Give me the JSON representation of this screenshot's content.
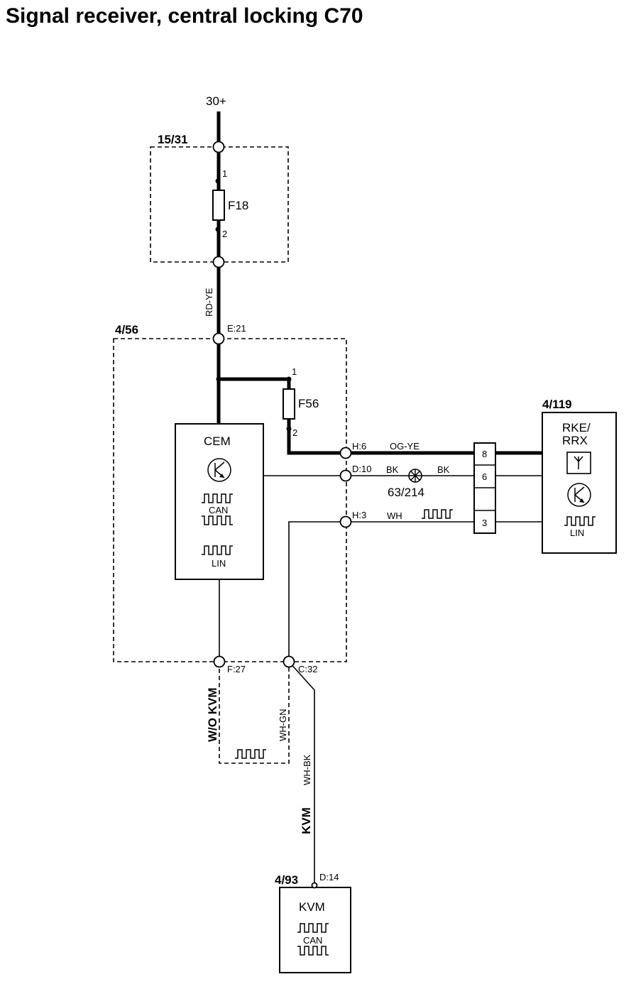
{
  "title": "Signal receiver, central locking C70",
  "supply": "30+",
  "components": {
    "c1531": {
      "id": "15/31",
      "fuse": "F18",
      "pin_in": "1",
      "pin_out": "2"
    },
    "c456": {
      "id": "4/56",
      "module": "CEM",
      "fuse": "F56",
      "fuse_pin_in": "1",
      "fuse_pin_out": "2",
      "can_label": "CAN",
      "lin_label": "LIN"
    },
    "c4119": {
      "id": "4/119",
      "module_line1": "RKE/",
      "module_line2": "RRX",
      "lin_label": "LIN"
    },
    "c493": {
      "id": "4/93",
      "module": "KVM",
      "can_label": "CAN"
    }
  },
  "connectors": {
    "e21": "E:21",
    "h6": "H:6",
    "d10": "D:10",
    "h3": "H:3",
    "f27": "F:27",
    "c32": "C:32",
    "d14": "D:14"
  },
  "terminal_block": [
    "8",
    "6",
    "3"
  ],
  "wires": {
    "rd_ye": "RD-YE",
    "og_ye": "OG-YE",
    "bk1": "BK",
    "bk2": "BK",
    "wh": "WH",
    "wh_gn": "WH-GN",
    "wh_bk": "WH-BK"
  },
  "ground_point": "63/214",
  "variants": {
    "without_kvm": "W/O KVM",
    "with_kvm": "KVM"
  }
}
